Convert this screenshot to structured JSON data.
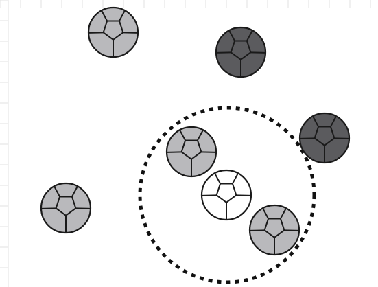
{
  "diagram": {
    "colors": {
      "background": "#ffffff",
      "grid": "#e2e2e2",
      "outline": "#1a1a1a",
      "light_gray": "#b9b9bc",
      "dark_gray": "#5b5b5e",
      "white": "#ffffff",
      "range_stroke": "#111111"
    },
    "balls": [
      {
        "id": "ball-top-left",
        "fill": "light_gray",
        "inside_range": false
      },
      {
        "id": "ball-top-right",
        "fill": "dark_gray",
        "inside_range": false
      },
      {
        "id": "ball-right-edge",
        "fill": "dark_gray",
        "inside_range": false
      },
      {
        "id": "ball-bottom-left",
        "fill": "light_gray",
        "inside_range": false
      },
      {
        "id": "ball-inside-upper",
        "fill": "light_gray",
        "inside_range": true
      },
      {
        "id": "ball-center",
        "fill": "white",
        "inside_range": true
      },
      {
        "id": "ball-inside-lower",
        "fill": "light_gray",
        "inside_range": true
      }
    ],
    "range_indicator": {
      "style": "dotted circle",
      "contains": "ball-center"
    }
  }
}
